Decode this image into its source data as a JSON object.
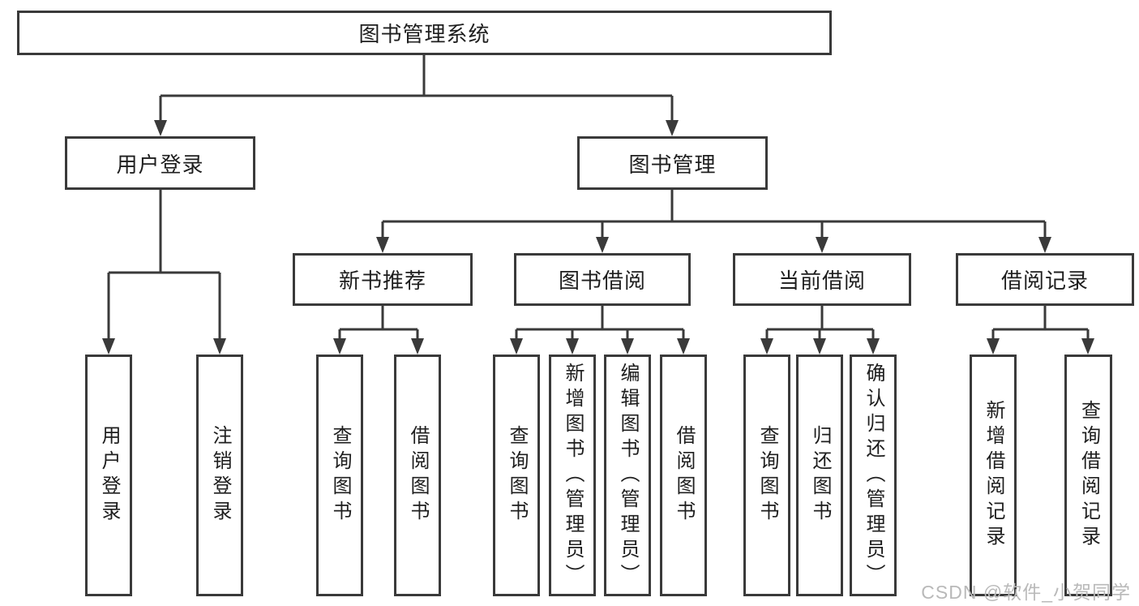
{
  "diagram_title": "图书管理系统",
  "tree": {
    "root": {
      "label": "图书管理系统"
    },
    "branches": [
      {
        "label": "用户登录",
        "children": [
          {
            "label": "用户登录"
          },
          {
            "label": "注销登录"
          }
        ]
      },
      {
        "label": "图书管理",
        "children": [
          {
            "label": "新书推荐",
            "children": [
              {
                "label": "查询图书"
              },
              {
                "label": "借阅图书"
              }
            ]
          },
          {
            "label": "图书借阅",
            "children": [
              {
                "label": "查询图书"
              },
              {
                "label": "新增图书（管理员）"
              },
              {
                "label": "编辑图书（管理员）"
              },
              {
                "label": "借阅图书"
              }
            ]
          },
          {
            "label": "当前借阅",
            "children": [
              {
                "label": "查询图书"
              },
              {
                "label": "归还图书"
              },
              {
                "label": "确认归还（管理员）"
              }
            ]
          },
          {
            "label": "借阅记录",
            "children": [
              {
                "label": "新增借阅记录"
              },
              {
                "label": "查询借阅记录"
              }
            ]
          }
        ]
      }
    ]
  },
  "watermark": {
    "text": "CSDN @软件_小贺同学"
  },
  "colors": {
    "line": "#3a3a3a",
    "text": "#1e1e1e",
    "background": "#ffffff",
    "watermark": "#b9b9b9"
  }
}
